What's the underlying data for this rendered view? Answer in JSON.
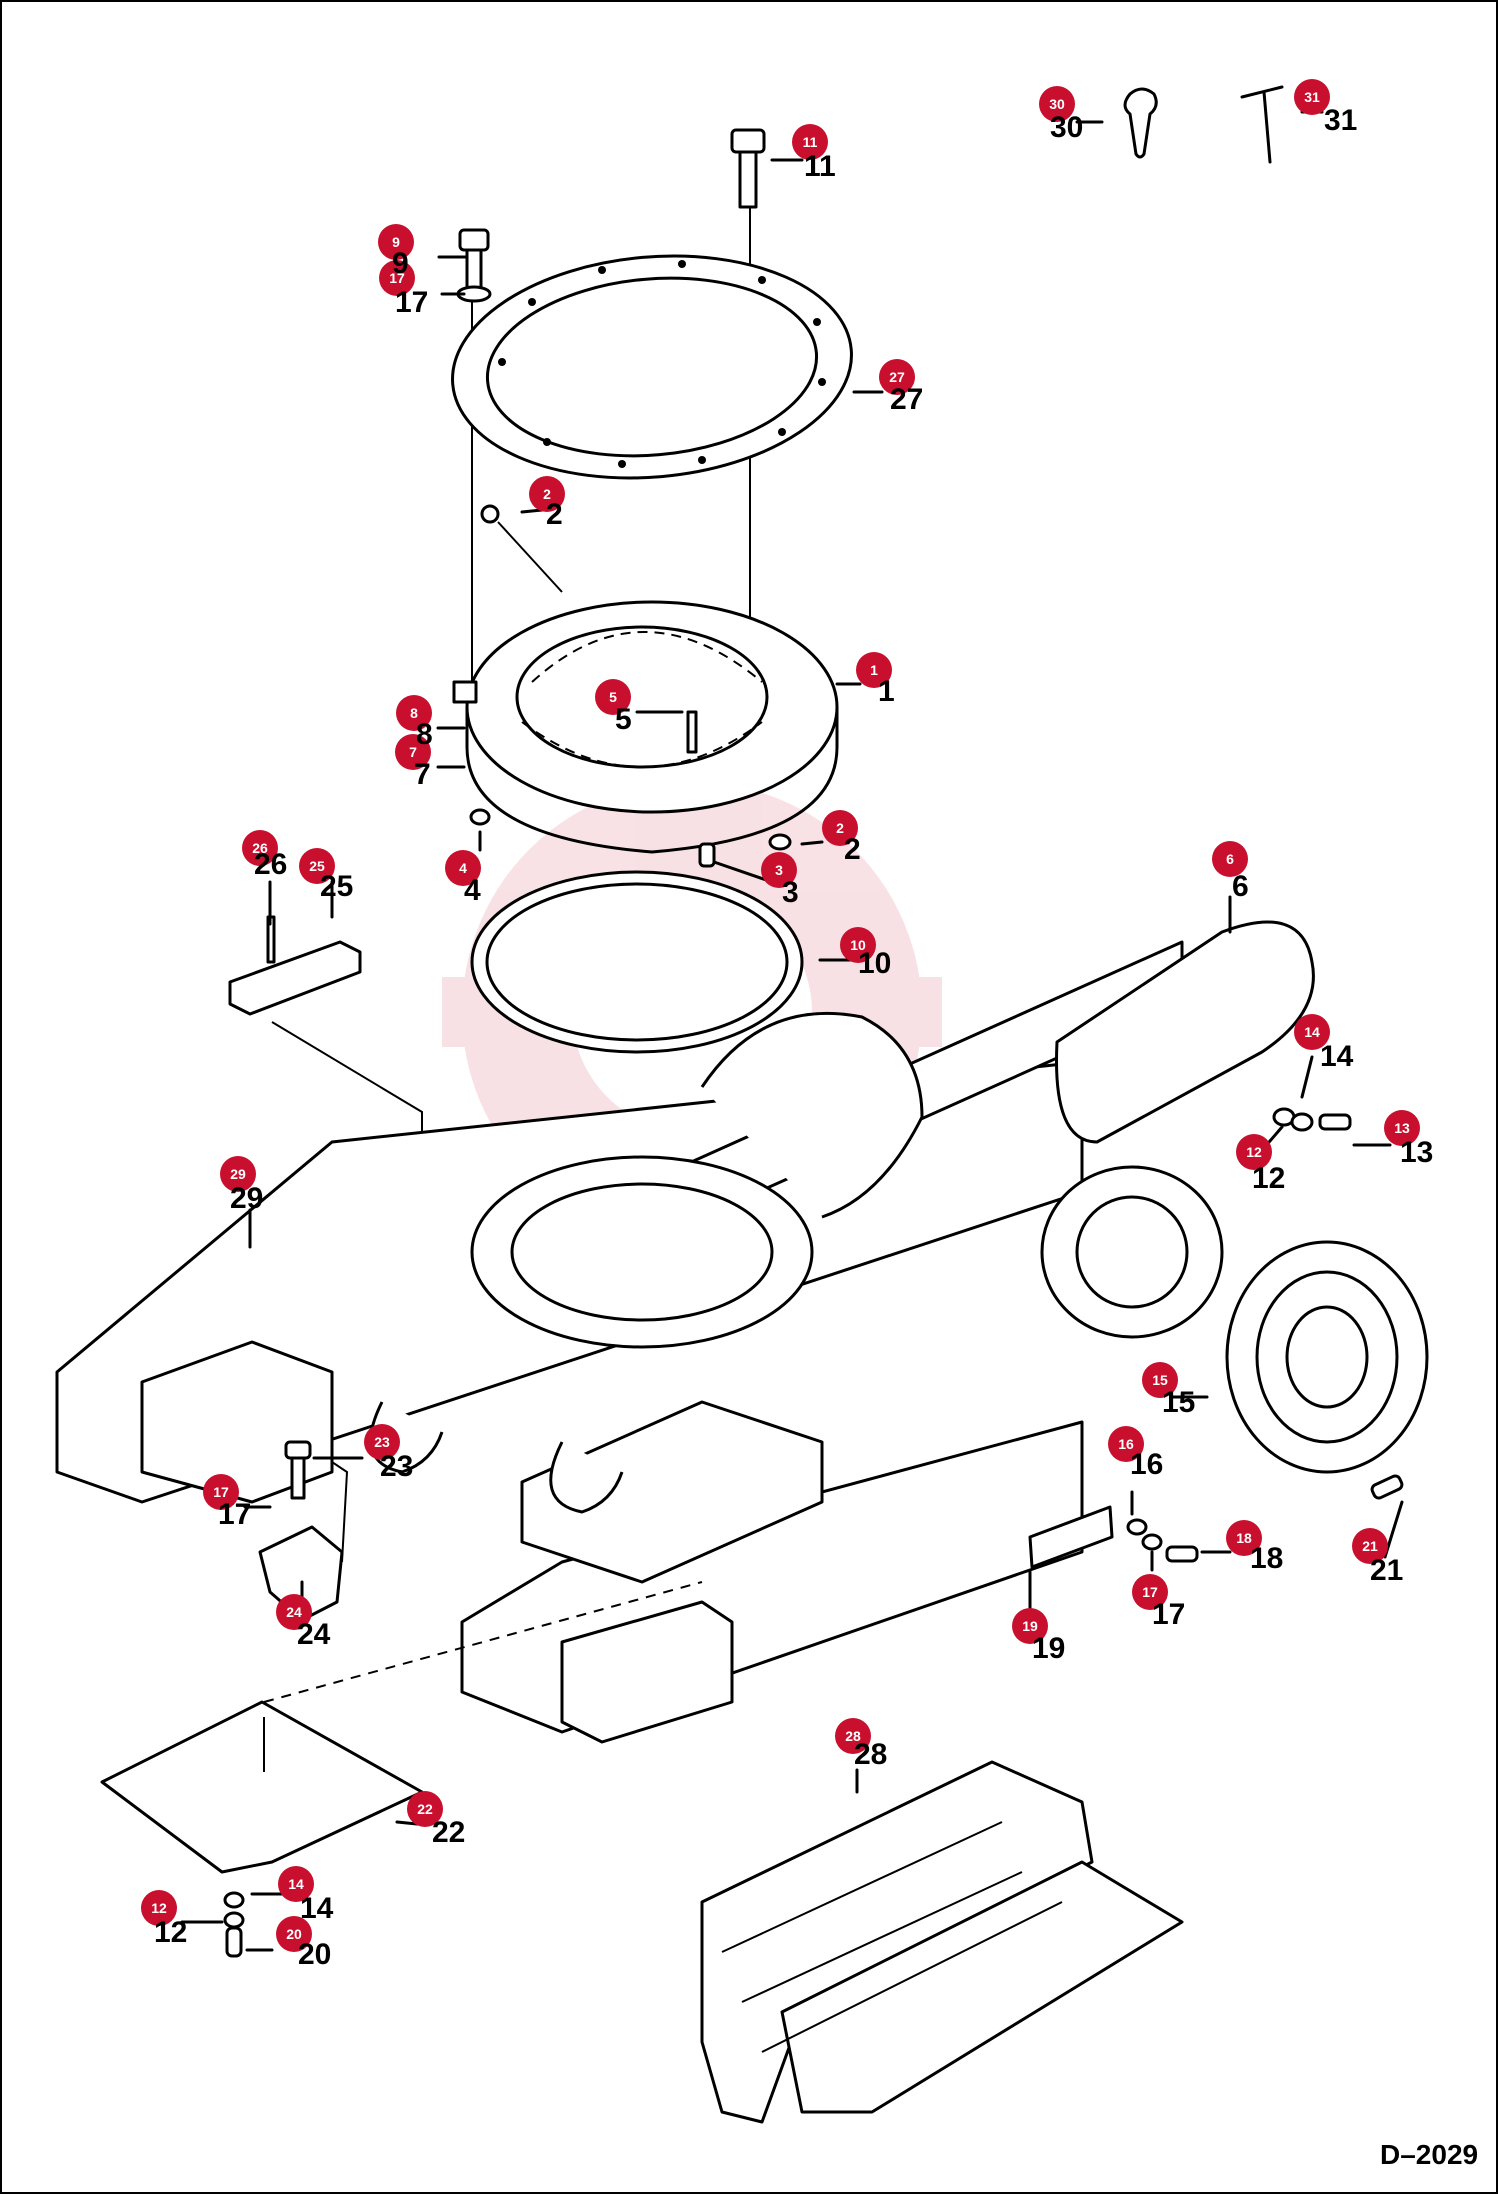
{
  "diagram": {
    "drawing_id": "D–2029",
    "accent_color": "#c8102e",
    "callouts": [
      {
        "label": "30"
      },
      {
        "label": "31"
      },
      {
        "label": "11"
      },
      {
        "label": "9"
      },
      {
        "label": "17"
      },
      {
        "label": "27"
      },
      {
        "label": "2"
      },
      {
        "label": "1"
      },
      {
        "label": "5"
      },
      {
        "label": "8"
      },
      {
        "label": "7"
      },
      {
        "label": "2"
      },
      {
        "label": "4"
      },
      {
        "label": "3"
      },
      {
        "label": "26"
      },
      {
        "label": "25"
      },
      {
        "label": "10"
      },
      {
        "label": "6"
      },
      {
        "label": "14"
      },
      {
        "label": "13"
      },
      {
        "label": "12"
      },
      {
        "label": "29"
      },
      {
        "label": "15"
      },
      {
        "label": "23"
      },
      {
        "label": "16"
      },
      {
        "label": "17"
      },
      {
        "label": "18"
      },
      {
        "label": "21"
      },
      {
        "label": "17"
      },
      {
        "label": "24"
      },
      {
        "label": "19"
      },
      {
        "label": "28"
      },
      {
        "label": "22"
      },
      {
        "label": "14"
      },
      {
        "label": "12"
      },
      {
        "label": "20"
      }
    ],
    "part_numbers": [
      {
        "label": "30"
      },
      {
        "label": "31"
      },
      {
        "label": "11"
      },
      {
        "label": "9"
      },
      {
        "label": "17"
      },
      {
        "label": "27"
      },
      {
        "label": "2"
      },
      {
        "label": "1"
      },
      {
        "label": "5"
      },
      {
        "label": "8"
      },
      {
        "label": "7"
      },
      {
        "label": "2"
      },
      {
        "label": "4"
      },
      {
        "label": "3"
      },
      {
        "label": "26"
      },
      {
        "label": "25"
      },
      {
        "label": "10"
      },
      {
        "label": "6"
      },
      {
        "label": "14"
      },
      {
        "label": "13"
      },
      {
        "label": "12"
      },
      {
        "label": "29"
      },
      {
        "label": "15"
      },
      {
        "label": "23"
      },
      {
        "label": "16"
      },
      {
        "label": "17"
      },
      {
        "label": "18"
      },
      {
        "label": "21"
      },
      {
        "label": "17"
      },
      {
        "label": "24"
      },
      {
        "label": "19"
      },
      {
        "label": "28"
      },
      {
        "label": "22"
      },
      {
        "label": "14"
      },
      {
        "label": "12"
      },
      {
        "label": "20"
      }
    ]
  }
}
